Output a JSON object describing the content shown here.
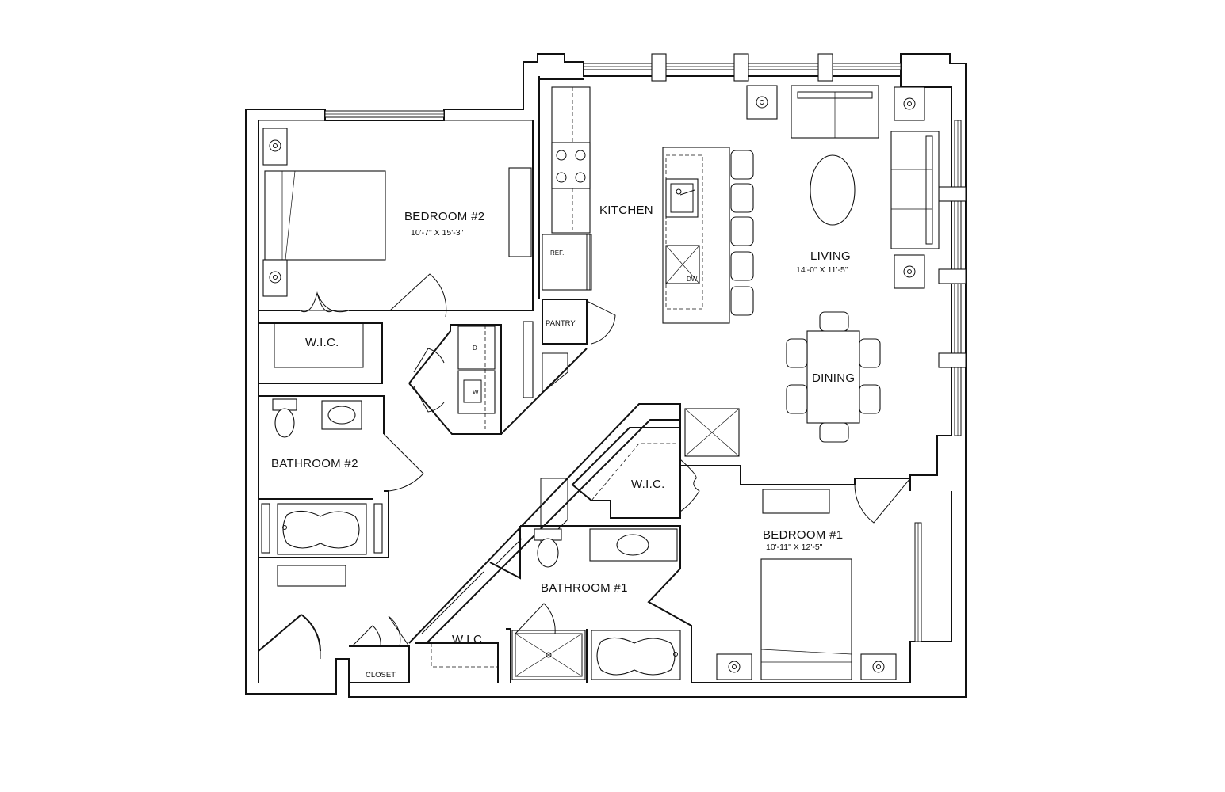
{
  "rooms": {
    "bedroom2": {
      "name": "BEDROOM  #2",
      "dims": "10'-7\" X 15'-3\""
    },
    "kitchen": {
      "name": "KITCHEN"
    },
    "living": {
      "name": "LIVING",
      "dims": "14'-0\" X 11'-5\""
    },
    "dining": {
      "name": "DINING"
    },
    "wic_bed2": {
      "name": "W.I.C."
    },
    "bathroom2": {
      "name": "BATHROOM  #2"
    },
    "wic_center": {
      "name": "W.I.C."
    },
    "bedroom1": {
      "name": "BEDROOM  #1",
      "dims": "10'-11\" X 12'-5\""
    },
    "bathroom1": {
      "name": "BATHROOM  #1"
    },
    "wic_bath1": {
      "name": "W.I.C."
    },
    "closet": {
      "name": "CLOSET"
    },
    "pantry": {
      "name": "PANTRY"
    }
  },
  "fixtures": {
    "refrigerator": "REF.",
    "dishwasher": "DW",
    "dryer": "D",
    "washer": "W"
  }
}
